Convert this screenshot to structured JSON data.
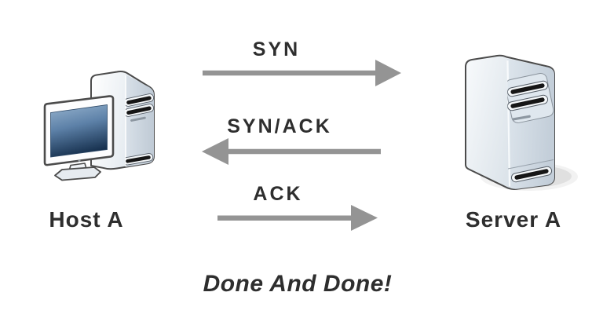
{
  "diagram": {
    "left_node": {
      "label": "Host A",
      "icon": "desktop-computer-icon"
    },
    "right_node": {
      "label": "Server A",
      "icon": "server-tower-icon"
    },
    "messages": [
      {
        "label": "SYN",
        "from": "Host A",
        "to": "Server A",
        "direction": "left-to-right"
      },
      {
        "label": "SYN/ACK",
        "from": "Server A",
        "to": "Host A",
        "direction": "right-to-left"
      },
      {
        "label": "ACK",
        "from": "Host A",
        "to": "Server A",
        "direction": "left-to-right"
      }
    ],
    "caption": "Done And Done!",
    "colors": {
      "background": "#ffffff",
      "arrow": "#949494",
      "label_text": "#2e2e2e",
      "screen_top": "#93b0cc",
      "screen_bottom": "#16304e",
      "tower_light": "#f8fafc",
      "tower_shade": "#c3ced9",
      "slat": "#161616",
      "outline": "#4b4b4b",
      "shadow": "#d9d9d9"
    }
  }
}
